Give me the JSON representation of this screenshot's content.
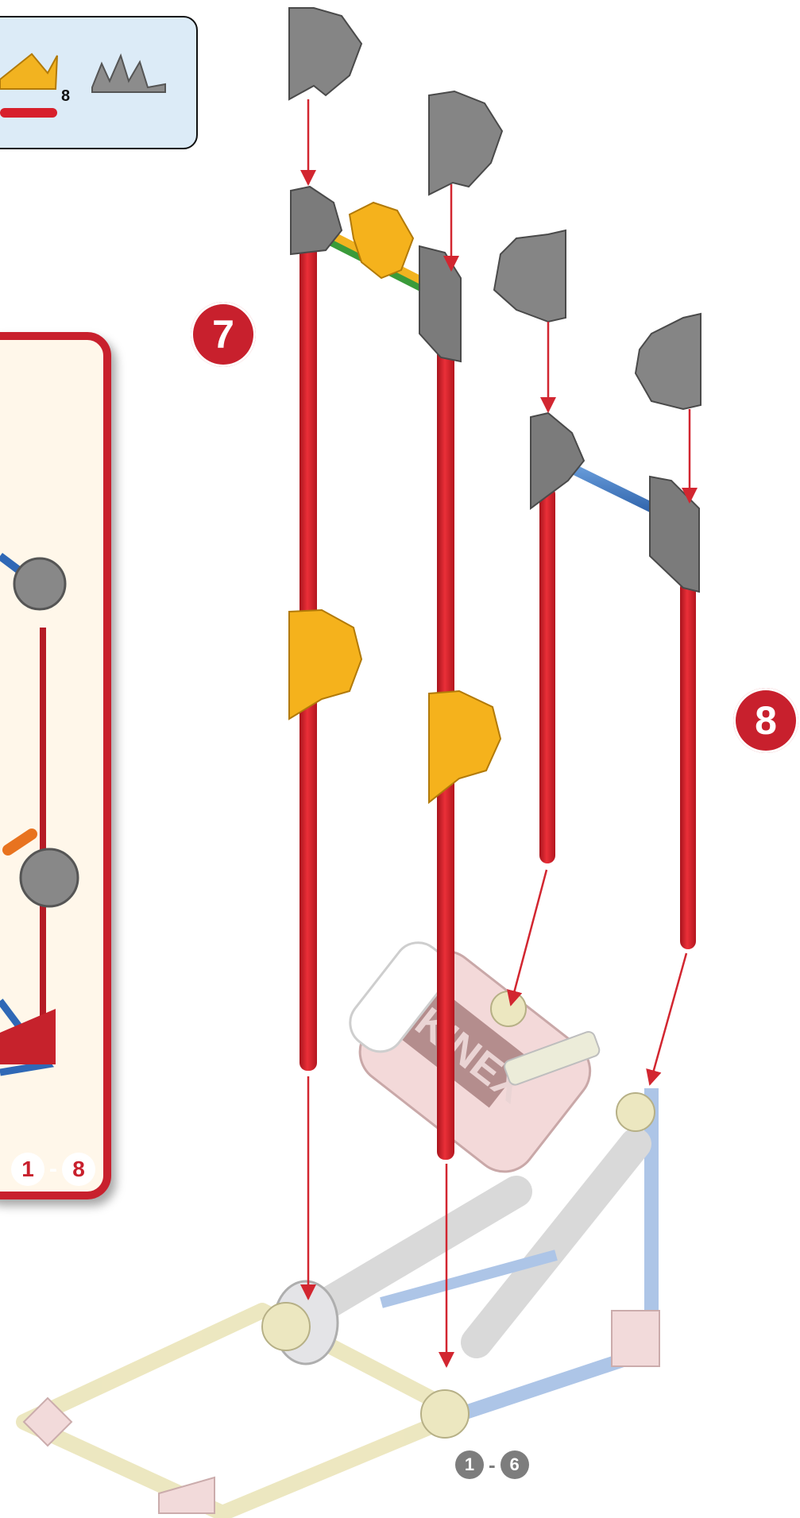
{
  "parts_box": {
    "count": "8"
  },
  "step_box": {
    "range_start": "1",
    "range_separator": "-",
    "range_end": "8"
  },
  "steps": [
    {
      "number": "7"
    },
    {
      "number": "8"
    }
  ],
  "previous_steps": {
    "range_start": "1",
    "range_separator": "-",
    "range_end": "6"
  },
  "colors": {
    "red_rod": "#d7202b",
    "grey_connector": "#6b6b6b",
    "yellow_connector": "#f5b21c",
    "blue_rod": "#3d7ac8",
    "green_rod": "#3a9b3a",
    "arrow": "#d22630",
    "step_badge": "#c8202d",
    "parts_box_bg": "#dcebf7",
    "step_box_bg": "#fff7ea"
  }
}
